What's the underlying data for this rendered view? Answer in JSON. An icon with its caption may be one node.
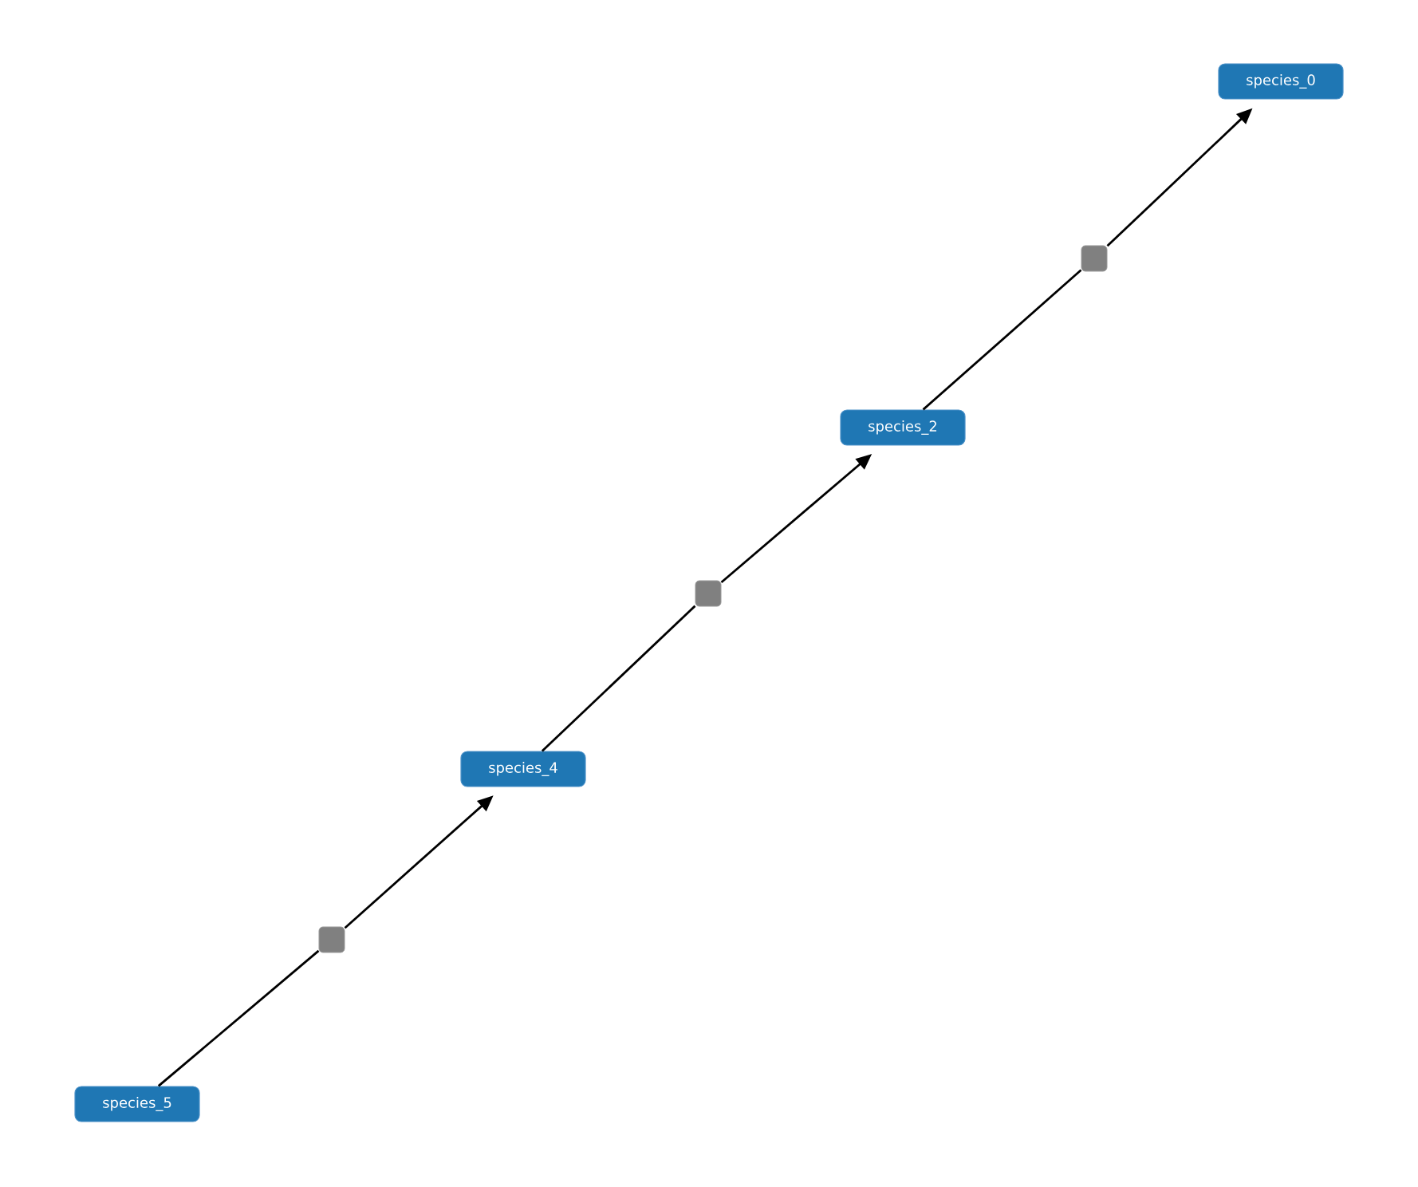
{
  "diagram": {
    "nodes": [
      {
        "text": [
          "species_0"
        ]
      },
      {
        "text": [],
        "shape": "box"
      },
      {
        "text": [
          "species_2"
        ]
      },
      {
        "text": [],
        "shape": "box"
      },
      {
        "text": [
          "species_4"
        ]
      },
      {
        "text": [],
        "shape": "box"
      },
      {
        "text": [
          "species_5"
        ]
      }
    ],
    "edges": [
      {
        "from": 6,
        "to": 5,
        "arrow": "none"
      },
      {
        "from": 5,
        "to": 4,
        "arrow": "to"
      },
      {
        "from": 4,
        "to": 3,
        "arrow": "none"
      },
      {
        "from": 3,
        "to": 2,
        "arrow": "to"
      },
      {
        "from": 2,
        "to": 1,
        "arrow": "none"
      },
      {
        "from": 1,
        "to": 0,
        "arrow": "to"
      }
    ]
  }
}
